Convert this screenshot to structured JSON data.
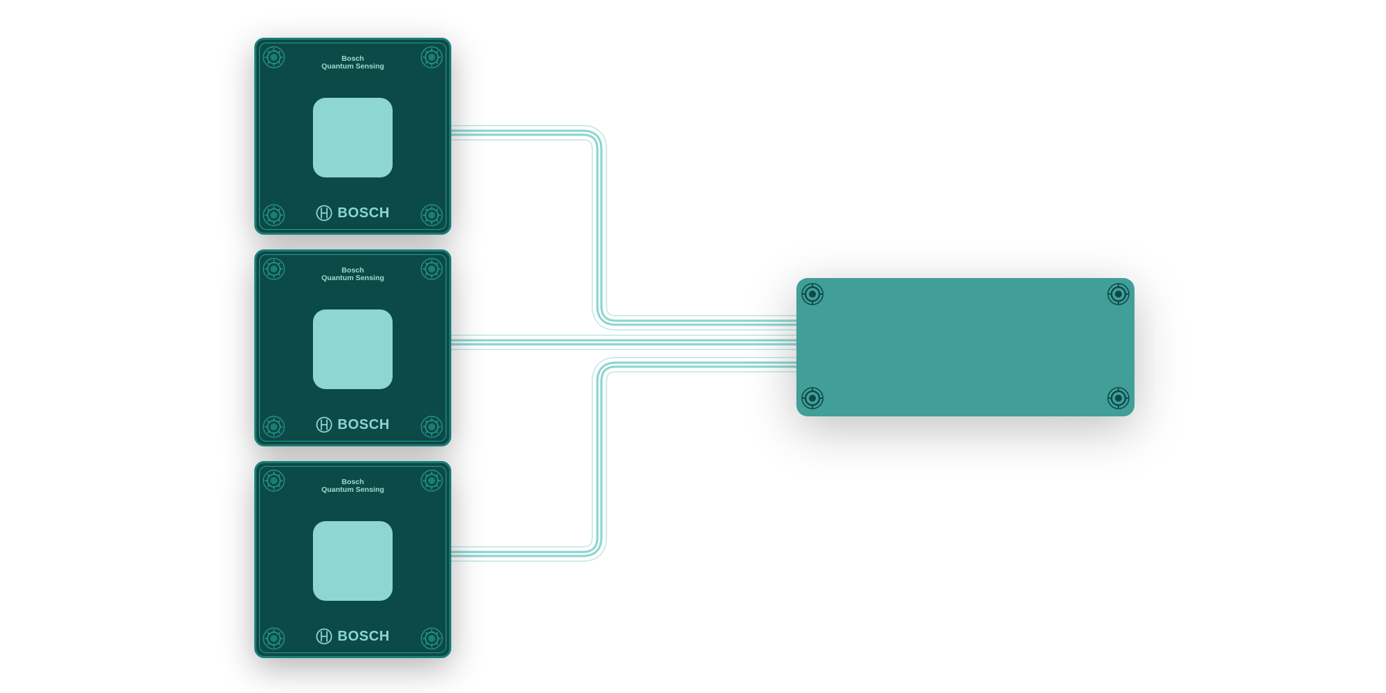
{
  "modules": [
    {
      "title_line1": "Bosch",
      "title_line2": "Quantum Sensing",
      "brand": "BOSCH"
    },
    {
      "title_line1": "Bosch",
      "title_line2": "Quantum Sensing",
      "brand": "BOSCH"
    },
    {
      "title_line1": "Bosch",
      "title_line2": "Quantum Sensing",
      "brand": "BOSCH"
    }
  ],
  "colors": {
    "module_bg": "#0c4a47",
    "module_border": "#1a7e76",
    "chip": "#8ed6d0",
    "hub": "#429e99",
    "wire": "#8ed6d0"
  },
  "icons": {
    "module_screws": "screw-icon",
    "brand_logo": "bosch-armature-logo-icon",
    "hub_screws": "screw-icon"
  }
}
